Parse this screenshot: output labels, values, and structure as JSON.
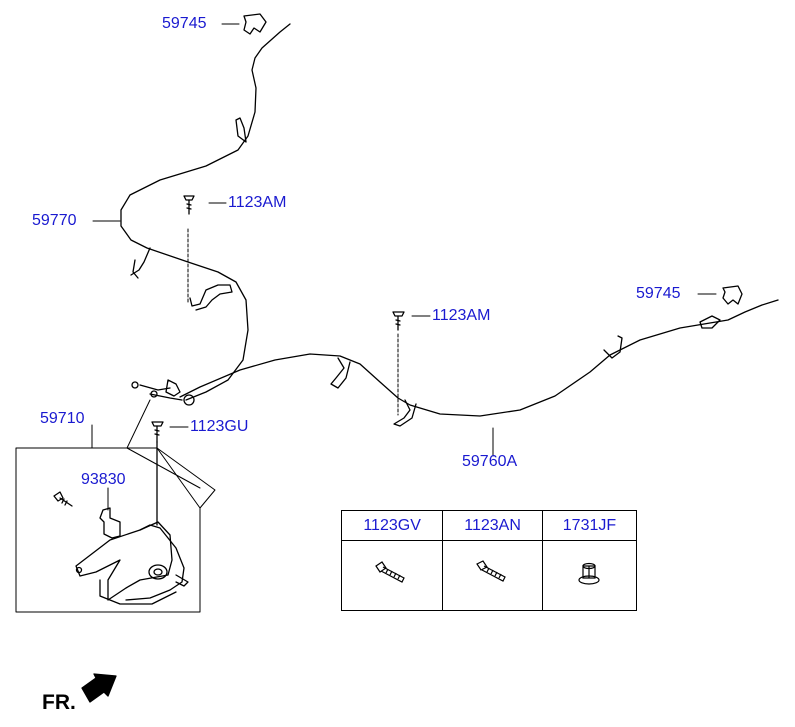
{
  "callouts": {
    "top_clip": "59745",
    "right_clip": "59745",
    "front_cable": "59770",
    "bolt_upper_left": "1123AM",
    "bolt_middle": "1123AM",
    "bolt_lever": "1123GU",
    "lever_assembly": "59710",
    "bracket": "93830",
    "rear_cable": "59760A"
  },
  "parts_table": {
    "columns": [
      {
        "code": "1123GV",
        "icon": "bolt-icon"
      },
      {
        "code": "1123AN",
        "icon": "bolt-icon"
      },
      {
        "code": "1731JF",
        "icon": "flange-nut-icon"
      }
    ]
  },
  "orientation": {
    "label": "FR.",
    "icon": "front-arrow-icon"
  },
  "colors": {
    "callout_text": "#1a1ad0",
    "line": "#000000"
  }
}
